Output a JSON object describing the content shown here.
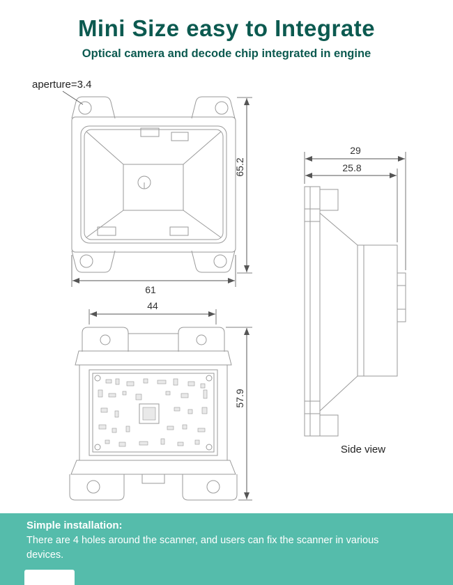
{
  "header": {
    "title": "Mini Size easy to Integrate",
    "subtitle": "Optical camera and decode chip integrated in engine"
  },
  "annotations": {
    "aperture_label": "aperture=3.4",
    "side_view_label": "Side view"
  },
  "dimensions": {
    "front_height": "65.2",
    "front_width": "61",
    "back_width": "44",
    "back_height": "57.9",
    "side_total_depth": "29",
    "side_body_depth": "25.8"
  },
  "footer": {
    "heading": "Simple installation:",
    "body": "There are 4 holes around the scanner, and users can fix the scanner in various devices."
  },
  "colors": {
    "title_text": "#0c5a50",
    "banner_background": "#55bcab",
    "drawing_line": "#9a9a9a",
    "dimension_line": "#555555"
  }
}
